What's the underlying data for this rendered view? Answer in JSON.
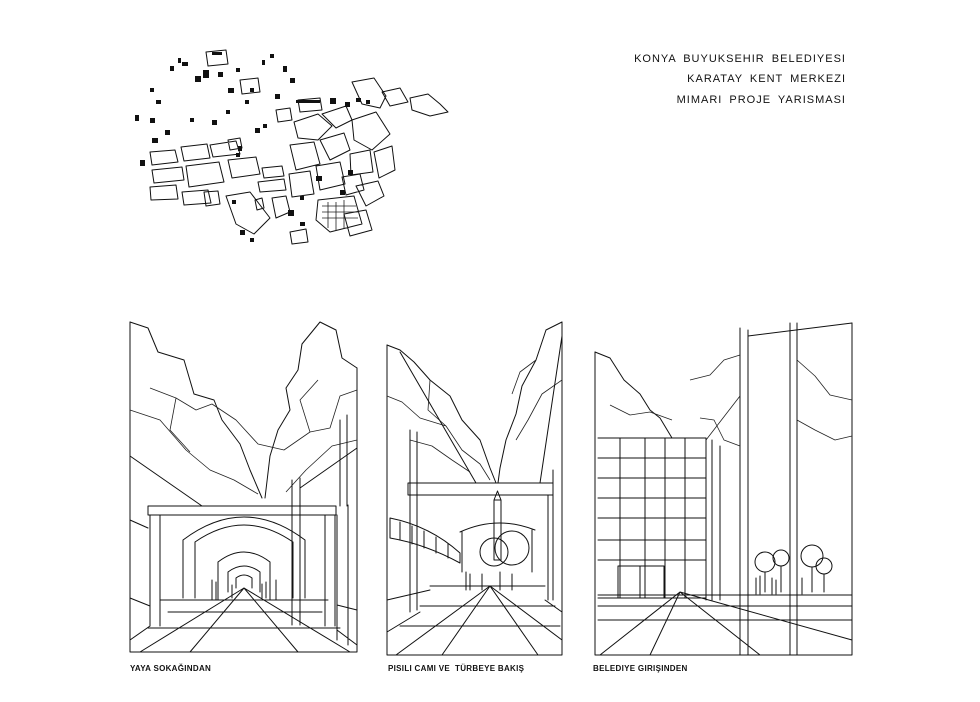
{
  "title": {
    "line1": "KONYA BUYUKSEHIR BELEDIYESI",
    "line2": "KARATAY KENT MERKEZI",
    "line3": "MIMARI PROJE YARISMASI"
  },
  "views": [
    {
      "caption": "YAYA SOKAĞINDAN"
    },
    {
      "caption": "PISILI CAMI VE  TÜRBEYE BAKIŞ"
    },
    {
      "caption": "BELEDIYE GIRIŞINDEN"
    }
  ],
  "colors": {
    "ink": "#111111",
    "paper": "#ffffff"
  }
}
